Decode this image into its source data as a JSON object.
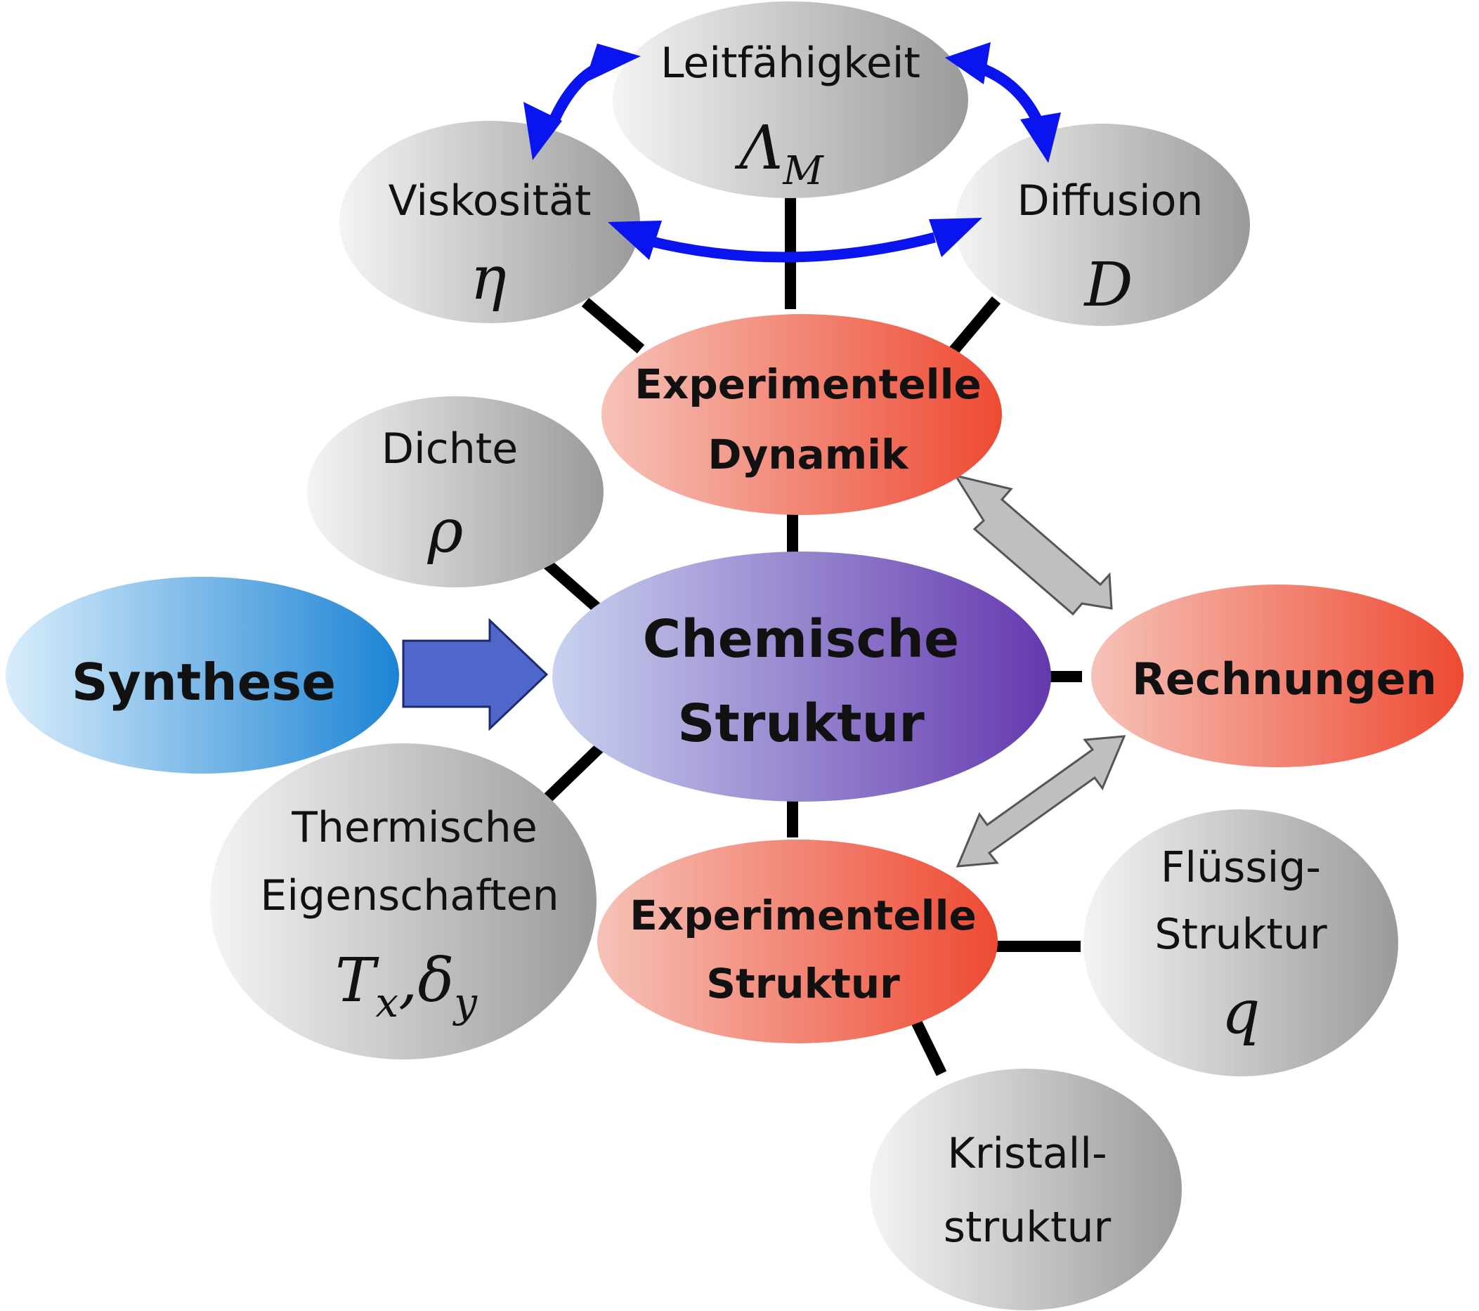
{
  "diagram": {
    "center": {
      "line1": "Chemische",
      "line2": "Struktur"
    },
    "synthesis": {
      "label": "Synthese"
    },
    "calculations": {
      "label": "Rechnungen"
    },
    "exp_dynamics": {
      "line1": "Experimentelle",
      "line2": "Dynamik"
    },
    "exp_structure": {
      "line1": "Experimentelle",
      "line2": "Struktur"
    },
    "conductivity": {
      "label": "Leitfähigkeit",
      "symbol": "Λ",
      "subscript": "M"
    },
    "viscosity": {
      "label": "Viskosität",
      "symbol": "η"
    },
    "diffusion": {
      "label": "Diffusion",
      "symbol": "D"
    },
    "density": {
      "label": "Dichte",
      "symbol": "ρ"
    },
    "thermal": {
      "line1": "Thermische",
      "line2": "Eigenschaften",
      "sym1": "T",
      "sub1": "x",
      "sep": ",",
      "sym2": "δ",
      "sub2": "y"
    },
    "liquid_structure": {
      "line1": "Flüssig-",
      "line2": "Struktur",
      "symbol": "q"
    },
    "crystal_structure": {
      "line1": "Kristall-",
      "line2": "struktur"
    }
  },
  "colors": {
    "grey_node": "#b3b3b3",
    "red_node": "#ef5a44",
    "blue_node": "#2d8ad6",
    "purple_node": "#6f47b4",
    "connector": "#000000",
    "blue_arrow": "#0a14ee",
    "synthesis_arrow": "#4f67cb",
    "grey_arrow": "#bfbfbf"
  }
}
